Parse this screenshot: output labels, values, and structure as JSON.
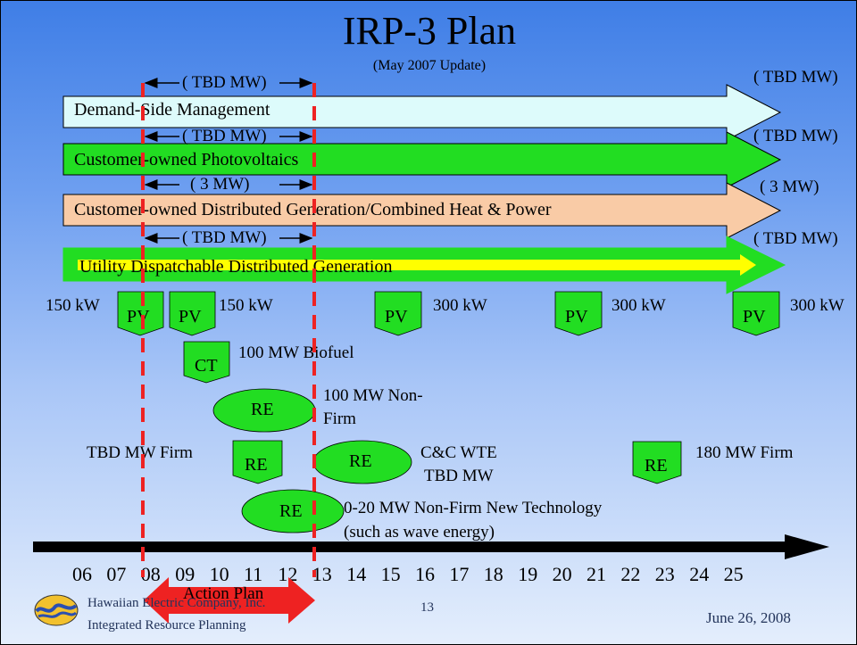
{
  "title": "IRP-3 Plan",
  "subtitle": "(May 2007 Update)",
  "bands": [
    {
      "label": "Demand-Side Management",
      "color": "#ddfbfb",
      "bracket": "( TBD MW)",
      "right_label": "( TBD MW)"
    },
    {
      "label": "Customer-owned Photovoltaics",
      "color": "#22dd22",
      "bracket": "( TBD MW)",
      "right_label": "( TBD MW)"
    },
    {
      "label": "Customer-owned Distributed Generation/Combined Heat & Power",
      "color": "#f9cba6",
      "bracket": "( 3 MW)",
      "right_label": "( 3 MW)"
    },
    {
      "label": "Utility Dispatchable Distributed Generation",
      "color": "#22dd22",
      "bracket": "( TBD MW)",
      "right_label": "( TBD MW)"
    }
  ],
  "resources": [
    {
      "code": "PV",
      "label": "150 kW"
    },
    {
      "code": "PV",
      "label": "150 kW"
    },
    {
      "code": "PV",
      "label": "300 kW"
    },
    {
      "code": "PV",
      "label": "300 kW"
    },
    {
      "code": "PV",
      "label": "300 kW"
    },
    {
      "code": "CT",
      "label": "100 MW Biofuel"
    },
    {
      "code": "RE",
      "label_line1": "100 MW Non-",
      "label_line2": "Firm"
    },
    {
      "code": "RE",
      "label": "TBD MW Firm"
    },
    {
      "code": "RE",
      "label_line1": "C&C WTE",
      "label_line2": "TBD MW"
    },
    {
      "code": "RE",
      "label": "180 MW Firm"
    },
    {
      "code": "RE",
      "label_line1": "0-20 MW Non-Firm New Technology",
      "label_line2": "(such as wave energy)"
    }
  ],
  "years": [
    "06",
    "07",
    "08",
    "09",
    "10",
    "11",
    "12",
    "13",
    "14",
    "15",
    "16",
    "17",
    "18",
    "19",
    "20",
    "21",
    "22",
    "23",
    "24",
    "25"
  ],
  "action_plan": "Action Plan",
  "footer": {
    "company": "Hawaiian Electric Company, Inc.",
    "department": "Integrated Resource Planning",
    "page": "13",
    "date": "June 26, 2008"
  },
  "colors": {
    "marker_green": "#22dd22",
    "action_red": "#ee2222",
    "dashed_red": "#ee2222",
    "yellow_arrow": "#ffff00"
  }
}
